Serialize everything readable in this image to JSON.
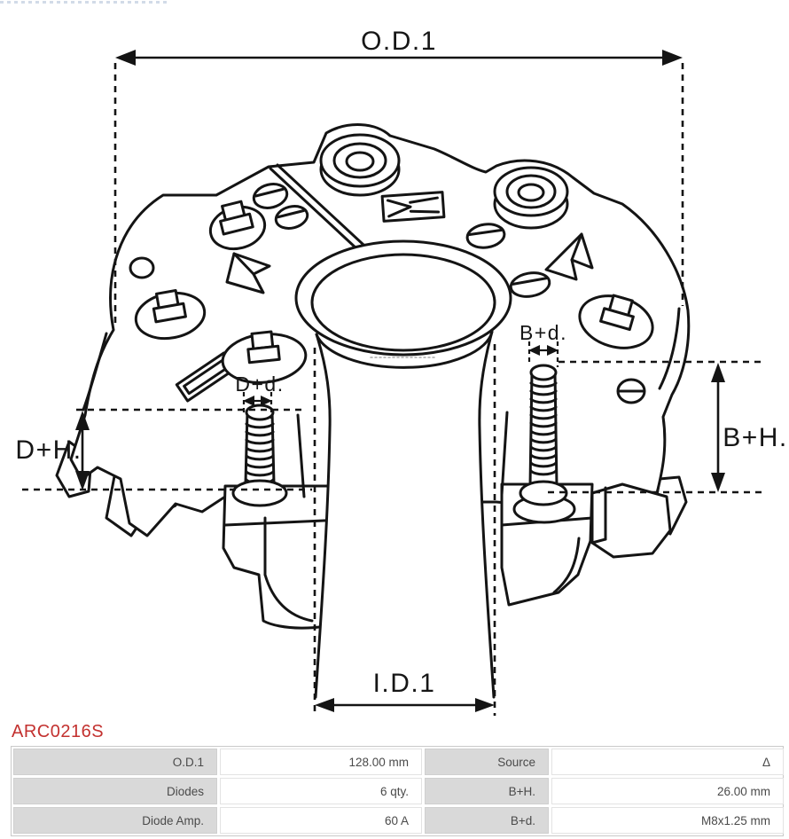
{
  "page": {
    "part_number": "ARC0216S"
  },
  "diagram": {
    "labels": {
      "od1": "O.D.1",
      "id1": "I.D.1",
      "dh": "D+H.",
      "bh": "B+H.",
      "dd": "D+d.",
      "bd": "B+d."
    }
  },
  "table": {
    "rows": [
      {
        "c1_label": "O.D.1",
        "c1_value": "128.00 mm",
        "c2_label": "Source",
        "c2_value": "Δ"
      },
      {
        "c1_label": "Diodes",
        "c1_value": "6 qty.",
        "c2_label": "B+H.",
        "c2_value": "26.00 mm"
      },
      {
        "c1_label": "Diode Amp.",
        "c1_value": "60 A",
        "c2_label": "B+d.",
        "c2_value": "M8x1.25 mm"
      }
    ]
  },
  "colors": {
    "part_number_red": "#c3312f",
    "line_color": "#141414",
    "table_label_bg": "#d9d9d9"
  }
}
